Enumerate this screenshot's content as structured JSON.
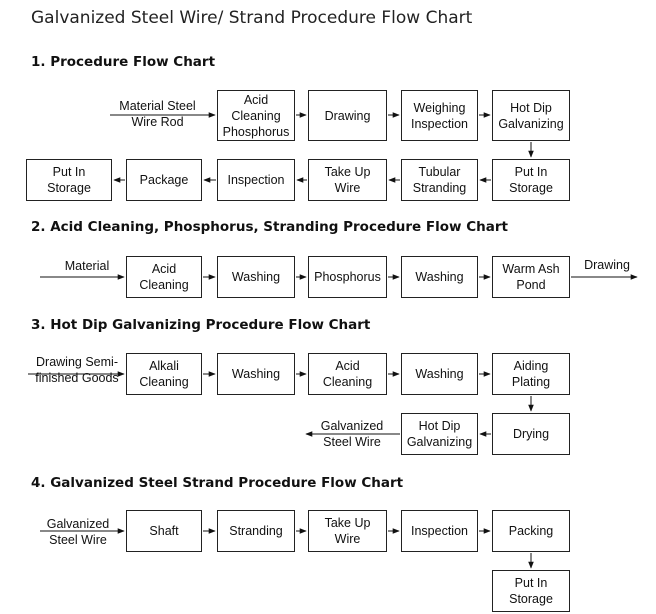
{
  "title": "Galvanized Steel Wire/ Strand Procedure Flow Chart",
  "sections": [
    {
      "heading": "1. Procedure Flow Chart",
      "input": "Material Steel\nWire Rod",
      "nodes": [
        "Acid\nCleaning\nPhosphorus",
        "Drawing",
        "Weighing\nInspection",
        "Hot Dip\nGalvanizing",
        "Put In\nStorage",
        "Tubular\nStranding",
        "Take Up\nWire",
        "Inspection",
        "Package",
        "Put In\nStorage"
      ]
    },
    {
      "heading": "2. Acid Cleaning, Phosphorus, Stranding Procedure Flow Chart",
      "input": "Material",
      "nodes": [
        "Acid\nCleaning",
        "Washing",
        "Phosphorus",
        "Washing",
        "Warm Ash\nPond"
      ],
      "output": "Drawing"
    },
    {
      "heading": "3. Hot Dip Galvanizing Procedure Flow Chart",
      "input": "Drawing Semi-\nfinished Goods",
      "nodes": [
        "Alkali\nCleaning",
        "Washing",
        "Acid\nCleaning",
        "Washing",
        "Aiding\nPlating",
        "Drying",
        "Hot Dip\nGalvanizing"
      ],
      "output": "Galvanized\nSteel Wire"
    },
    {
      "heading": "4. Galvanized Steel Strand Procedure Flow Chart",
      "input": "Galvanized\nSteel Wire",
      "nodes": [
        "Shaft",
        "Stranding",
        "Take Up\nWire",
        "Inspection",
        "Packing",
        "Put In\nStorage"
      ]
    }
  ]
}
